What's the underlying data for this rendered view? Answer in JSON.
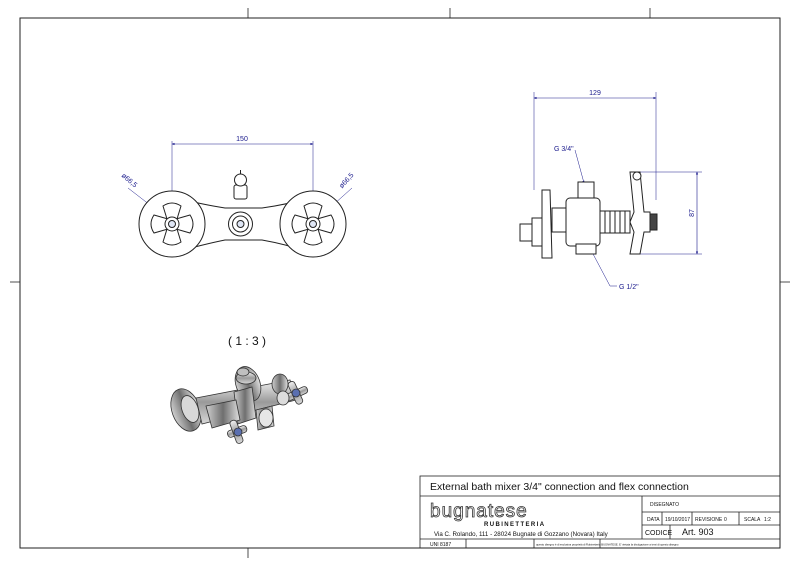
{
  "views": {
    "front": {
      "dim_width": "150",
      "dim_diam_left": "ø66,5",
      "dim_diam_right": "ø66,5"
    },
    "side": {
      "dim_depth": "129",
      "dim_height": "87",
      "label_top_connection": "G 3/4\"",
      "label_bottom_connection": "G 1/2\""
    },
    "iso": {
      "scale_label": "( 1 : 3 )"
    }
  },
  "title_block": {
    "title": "External bath mixer 3/4\" connection and flex connection",
    "brand_name": "bugnatese",
    "brand_sub": "RUBINETTERIA",
    "address": "Via C. Rolando, 111 - 28024 Bugnate di Gozzano (Novara) Italy",
    "standard": "UNI 8187",
    "notice": "questo disegno è di esclusiva proprietà di Rubinetteria BUGNATESE. E' vietata la divulgazione a terzi di questo disegno",
    "drawn_label": "DISEGNATO",
    "date_label": "DATA",
    "date_value": "19/10/2017",
    "revision_label": "REVISIONE",
    "revision_value": "0",
    "scale_label": "SCALA",
    "scale_value": "1:2",
    "code_label": "CODICE",
    "code_value": "Art. 903"
  },
  "colors": {
    "dimension": "#1a1a8c",
    "line": "#222222",
    "chrome_dark": "#555555",
    "chrome_light": "#e6e6e6"
  }
}
